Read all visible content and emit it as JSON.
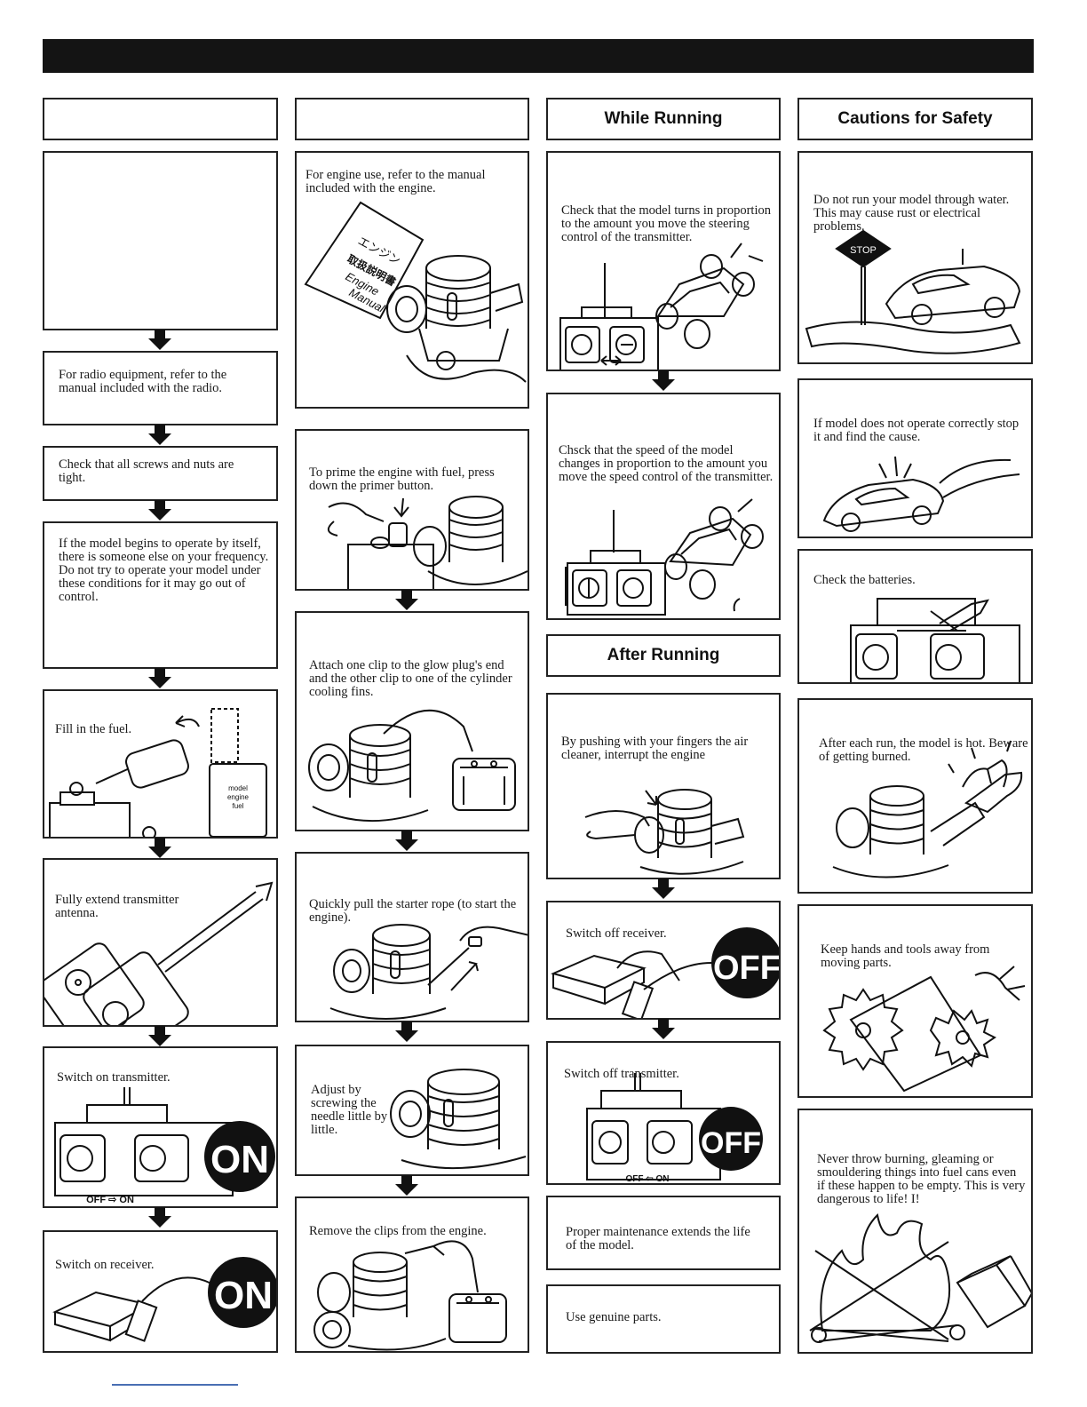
{
  "columns": {
    "col1": {
      "header": ""
    },
    "col2": {
      "header": ""
    },
    "col3": {
      "header": "While Running",
      "after_header": "After Running"
    },
    "col4": {
      "header": "Cautions for Safety"
    }
  },
  "steps": {
    "c1_radio": "For radio equipment, refer to the manual included with the radio.",
    "c1_screws": "Check that all screws and nuts are tight.",
    "c1_freq": "If the model begins to operate by itself, there is someone else on your frequency. Do not try to operate your model under these conditions for it may go out of control.",
    "c1_fuel": "Fill in the fuel.",
    "c1_antenna": "Fully extend transmitter antenna.",
    "c1_tx_on": "Switch on transmitter.",
    "c1_rx_on": "Switch on receiver.",
    "c2_engine": "For engine use, refer to the manual included with the engine.",
    "c2_prime": "To prime the engine with fuel, press down the primer button.",
    "c2_clip": "Attach one clip to the glow plug's end and the other clip to one of the cylinder cooling fins.",
    "c2_pull": "Quickly pull the starter rope (to start the engine).",
    "c2_adjust": "Adjust by screwing the needle little by little.",
    "c2_remove": "Remove the clips from the engine.",
    "c3_steer": "Check that the model turns in proportion to the amount you move the steering control of the transmitter.",
    "c3_speed": "Chsck that the speed of the model changes in proportion to the amount you move the speed control of the transmitter.",
    "c3_stop": "By pushing with your fingers the air cleaner, interrupt the engine",
    "c3_rx_off": "Switch off receiver.",
    "c3_tx_off": "Switch off transmitter.",
    "c3_maint": "Proper maintenance extends the life of the model.",
    "c3_parts": "Use genuine parts.",
    "c4_water": "Do not run your model through water. This may cause rust or electrical problems.",
    "c4_cause": "If model does not operate correctly stop it and find the cause.",
    "c4_batt": "Check the batteries.",
    "c4_hot": "After each run, the model is hot. Beware of getting burned.",
    "c4_hands": "Keep hands and tools away from moving parts.",
    "c4_fire": "Never throw burning, gleaming or smouldering things into fuel cans even if these happen to be empty. This is very dangerous to life! I!"
  },
  "labels": {
    "on": "ON",
    "off": "OFF",
    "stop": "STOP",
    "manual_jp": "エンジン取扱説明書",
    "manual_en": "Engine Manual",
    "fuel_can": "model engine fuel",
    "off_on_arrow": "OFF → ON"
  },
  "icons": [
    "transmitter-icon",
    "receiver-icon",
    "engine-icon",
    "car-icon",
    "fuel-can-icon",
    "stop-sign-icon",
    "hand-icon",
    "gear-icon",
    "fire-icon",
    "glow-heater-icon"
  ]
}
